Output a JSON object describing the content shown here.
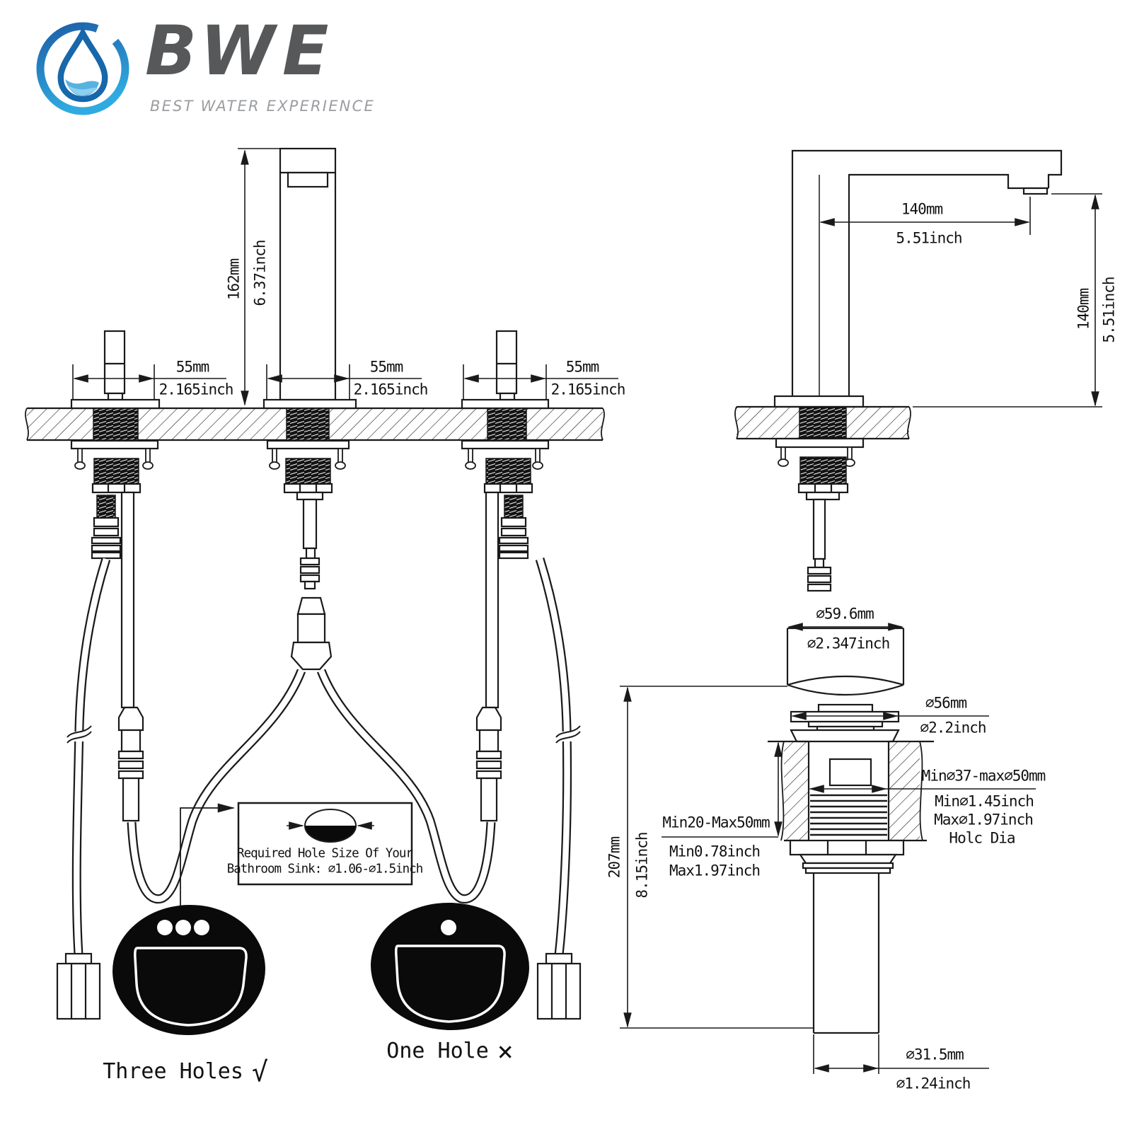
{
  "logo": {
    "brand": "BWE",
    "tagline": "BEST WATER EXPERIENCE"
  },
  "front_view": {
    "height_mm": "162mm",
    "height_in": "6.37inch",
    "spacings": [
      {
        "mm": "55mm",
        "inch": "2.165inch"
      },
      {
        "mm": "55mm",
        "inch": "2.165inch"
      },
      {
        "mm": "55mm",
        "inch": "2.165inch"
      }
    ]
  },
  "side_view": {
    "reach_mm": "140mm",
    "reach_in": "5.51inch",
    "height_mm": "140mm",
    "height_in": "5.51inch"
  },
  "drain": {
    "cap_dia_mm": "∅59.6mm",
    "cap_dia_in": "∅2.347inch",
    "flange_dia_mm": "∅56mm",
    "flange_dia_in": "∅2.2inch",
    "hole_dia_mm": "Min∅37-max∅50mm",
    "hole_dia_in_min": "Min∅1.45inch",
    "hole_dia_in_max": "Max∅1.97inch",
    "hole_dia_label": "Holc Dia",
    "deck_mm": "Min20-Max50mm",
    "deck_in_min": "Min0.78inch",
    "deck_in_max": "Max1.97inch",
    "total_mm": "207mm",
    "total_in": "8.15inch",
    "tail_dia_mm": "∅31.5mm",
    "tail_dia_in": "∅1.24inch"
  },
  "note_box": {
    "line1": "Required Hole Size Of Your",
    "line2": "Bathroom Sink: ∅1.06-∅1.5inch"
  },
  "captions": {
    "three_holes": "Three Holes",
    "three_holes_mark": "√",
    "one_hole": "One Hole",
    "one_hole_mark": "×"
  }
}
